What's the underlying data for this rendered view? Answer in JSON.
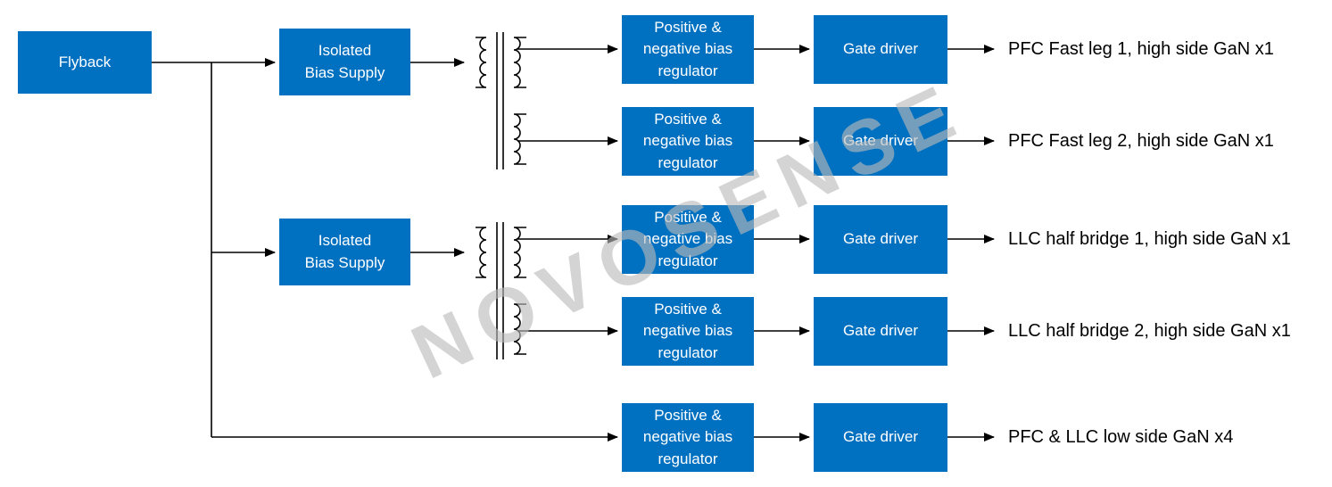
{
  "colors": {
    "block_fill": "#0070C0",
    "block_text": "#FFFFFF",
    "line": "#000000",
    "watermark": "#BBBBBB",
    "background": "#FFFFFF"
  },
  "icons": {
    "transformer": "transformer-winding-icon",
    "arrow": "right-arrow-icon"
  },
  "watermark_text": "NOVOSENSE",
  "flyback_label": "Flyback",
  "bias_supplies": [
    {
      "label": "Isolated\nBias Supply"
    },
    {
      "label": "Isolated\nBias Supply"
    }
  ],
  "rows": [
    {
      "regulator_label": "Positive &\nnegative bias\nregulator",
      "gate_driver_label": "Gate driver",
      "output_label": "PFC Fast leg 1, high side GaN x1"
    },
    {
      "regulator_label": "Positive &\nnegative bias\nregulator",
      "gate_driver_label": "Gate driver",
      "output_label": "PFC Fast leg 2, high side GaN x1"
    },
    {
      "regulator_label": "Positive &\nnegative bias\nregulator",
      "gate_driver_label": "Gate driver",
      "output_label": "LLC half bridge 1, high side GaN x1"
    },
    {
      "regulator_label": "Positive &\nnegative bias\nregulator",
      "gate_driver_label": "Gate driver",
      "output_label": "LLC half bridge 2, high side GaN x1"
    },
    {
      "regulator_label": "Positive &\nnegative bias\nregulator",
      "gate_driver_label": "Gate driver",
      "output_label": "PFC & LLC low side GaN x4"
    }
  ]
}
